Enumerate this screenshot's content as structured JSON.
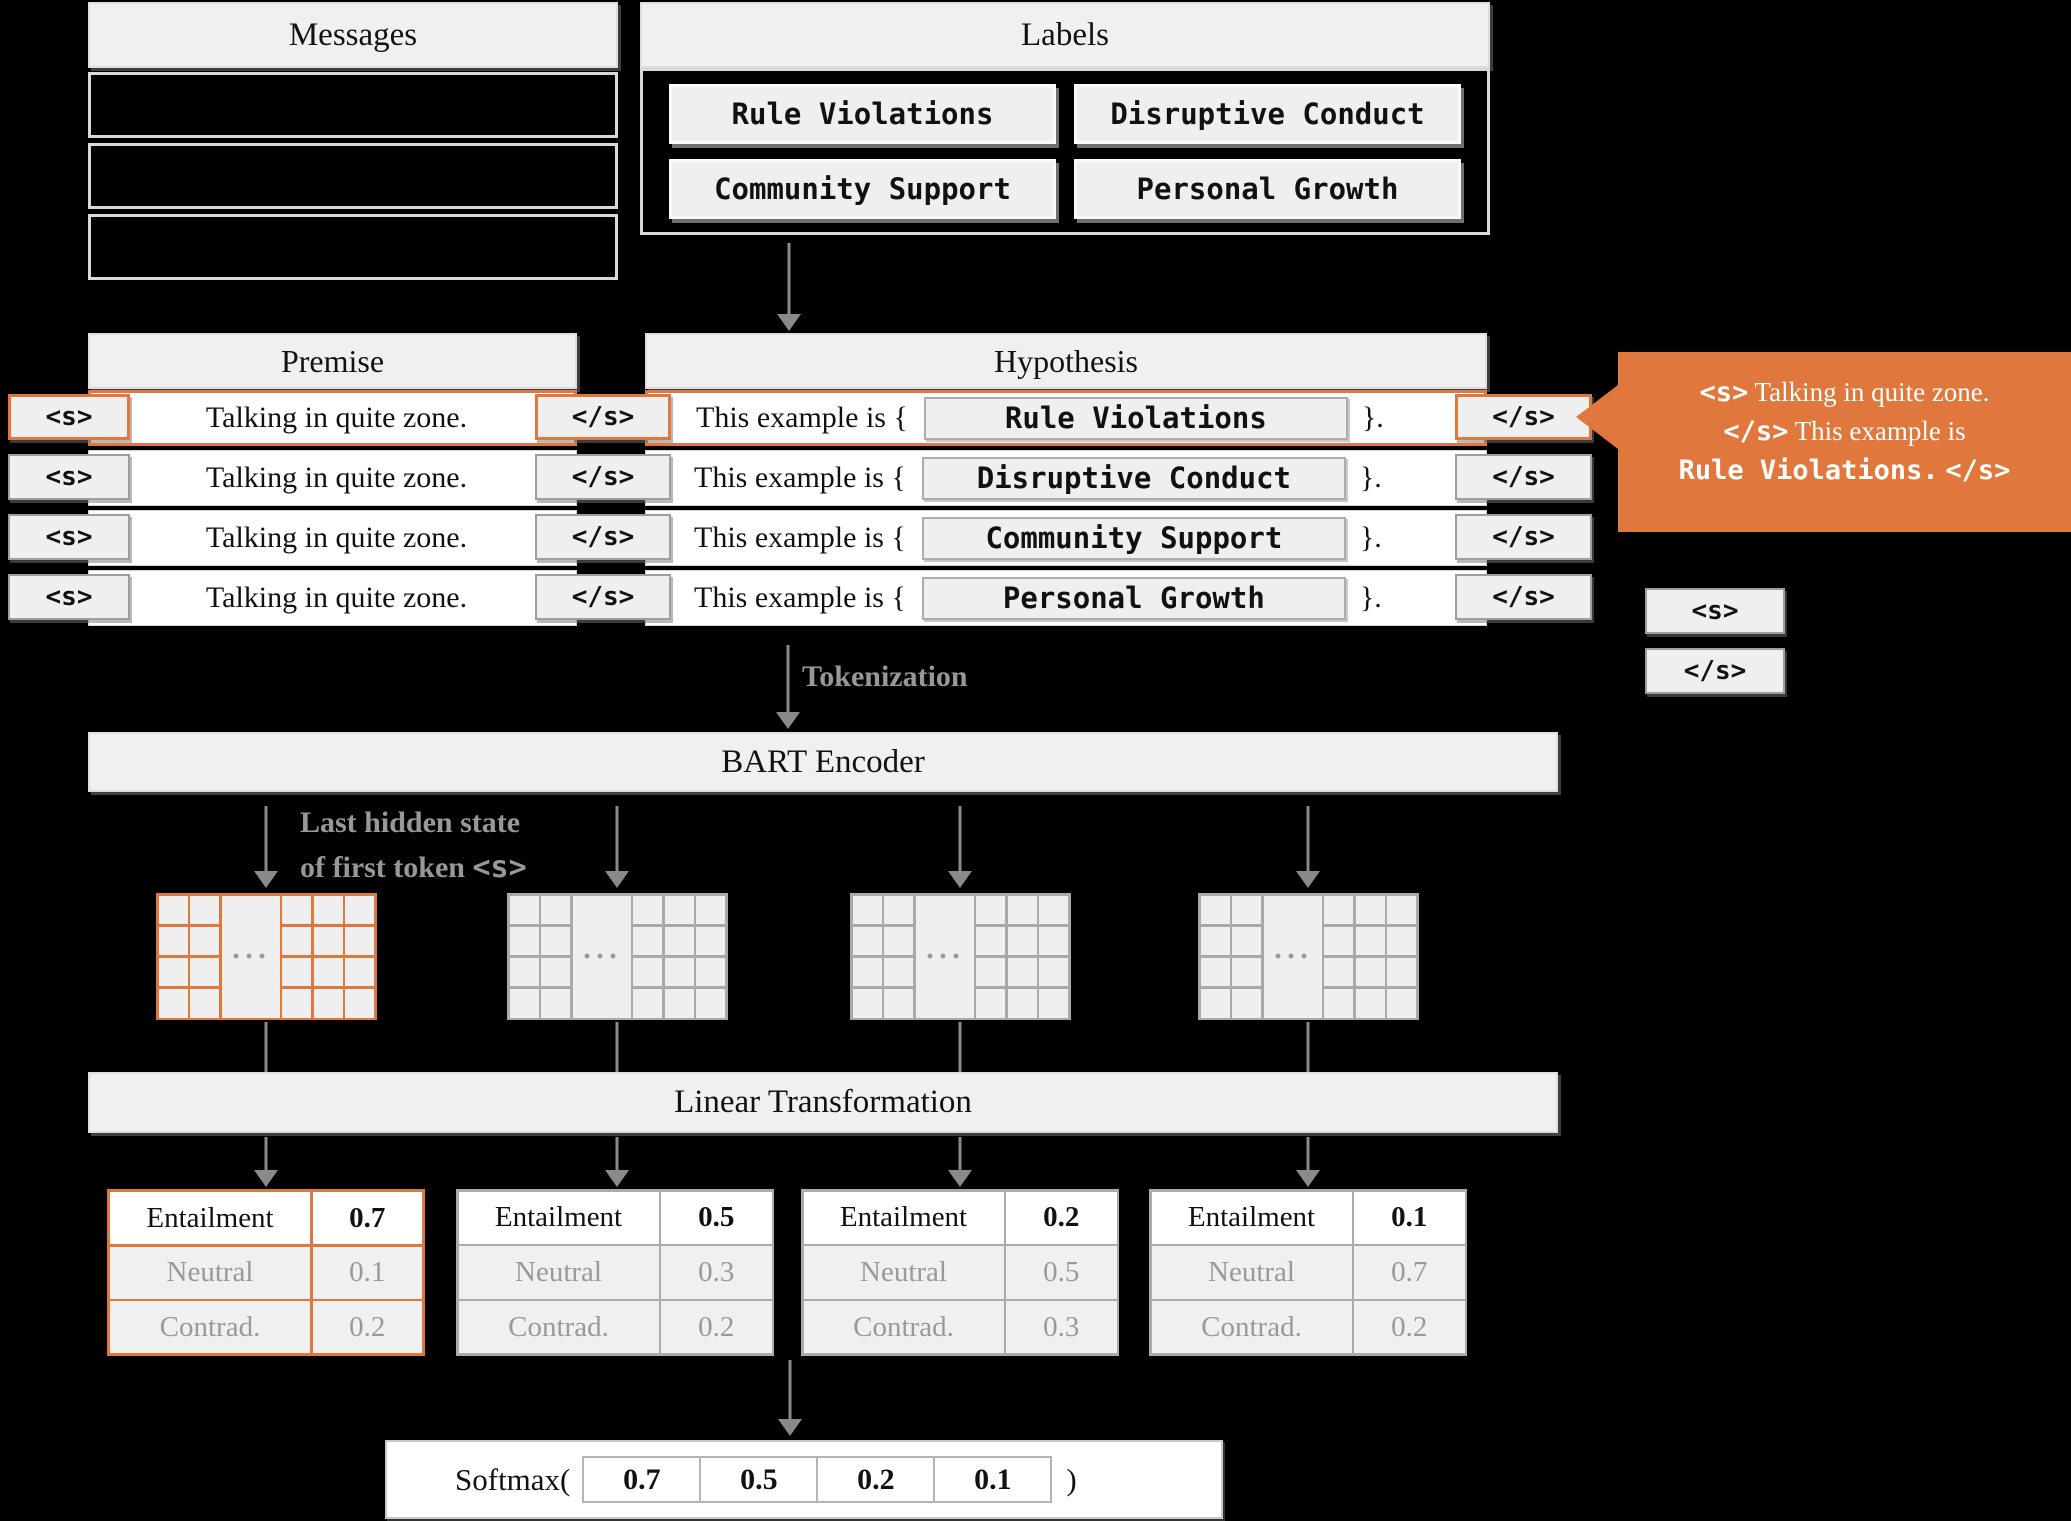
{
  "colors": {
    "background": "#000000",
    "accent_orange": "#E0773C",
    "panel_fill": "#F0F0F0",
    "gray_annotation": "#989898",
    "arrow_gray": "#8A8A8A"
  },
  "messages_panel": {
    "title": "Messages"
  },
  "labels_panel": {
    "title": "Labels",
    "buttons": [
      "Rule Violations",
      "Disruptive Conduct",
      "Community Support",
      "Personal Growth"
    ]
  },
  "nli": {
    "premise_header": "Premise",
    "hypothesis_header": "Hypothesis",
    "bos": "<s>",
    "eos": "</s>",
    "premise_text": "Talking in quite zone.",
    "hyp_prefix": "This example is {",
    "hyp_suffix": "}.",
    "rows": [
      {
        "label": "Rule Violations"
      },
      {
        "label": "Disruptive Conduct"
      },
      {
        "label": "Community Support"
      },
      {
        "label": "Personal Growth"
      }
    ]
  },
  "callout": {
    "line1_token": "<s>",
    "line1_text": "Talking in quite zone.",
    "line2_token": "</s>",
    "line2_text": "This example is",
    "line3_mono": "Rule Violations.",
    "line3_token": "</s>"
  },
  "legend": {
    "bos": "<s>",
    "eos": "</s>"
  },
  "pipeline": {
    "tokenization": "Tokenization",
    "encoder": "BART Encoder",
    "note_line1": "Last hidden state",
    "note_line2": "of first token",
    "note_token": "<s>",
    "ellipsis": "···",
    "linear": "Linear Transformation"
  },
  "tables": [
    {
      "rows": [
        [
          "Entailment",
          "0.7"
        ],
        [
          "Neutral",
          "0.1"
        ],
        [
          "Contrad.",
          "0.2"
        ]
      ]
    },
    {
      "rows": [
        [
          "Entailment",
          "0.5"
        ],
        [
          "Neutral",
          "0.3"
        ],
        [
          "Contrad.",
          "0.2"
        ]
      ]
    },
    {
      "rows": [
        [
          "Entailment",
          "0.2"
        ],
        [
          "Neutral",
          "0.5"
        ],
        [
          "Contrad.",
          "0.3"
        ]
      ]
    },
    {
      "rows": [
        [
          "Entailment",
          "0.1"
        ],
        [
          "Neutral",
          "0.7"
        ],
        [
          "Contrad.",
          "0.2"
        ]
      ]
    }
  ],
  "softmax": {
    "open": "Softmax(",
    "close": ")",
    "values": [
      "0.7",
      "0.5",
      "0.2",
      "0.1"
    ]
  }
}
